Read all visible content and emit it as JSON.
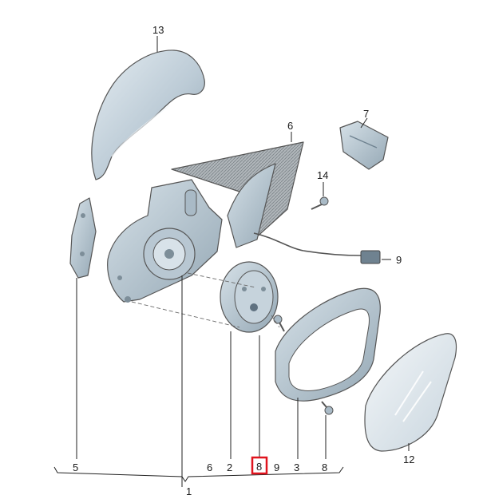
{
  "diagram": {
    "highlight_color": "#e0141e",
    "part_color": "#c9d7e0",
    "callouts": {
      "p13": "13",
      "p7": "7",
      "p6": "6",
      "p14": "14",
      "p9": "9",
      "p5": "5",
      "p2": "2",
      "p8": "8",
      "p3": "3",
      "p12": "12"
    },
    "bottom_row": [
      {
        "id": "b5",
        "text": "5"
      },
      {
        "id": "b6",
        "text": "6"
      },
      {
        "id": "b2",
        "text": "2"
      },
      {
        "id": "b8a",
        "text": "8",
        "highlighted": true
      },
      {
        "id": "b9",
        "text": "9"
      },
      {
        "id": "b3",
        "text": "3"
      },
      {
        "id": "b8b",
        "text": "8"
      }
    ],
    "assembly_label": "1"
  }
}
